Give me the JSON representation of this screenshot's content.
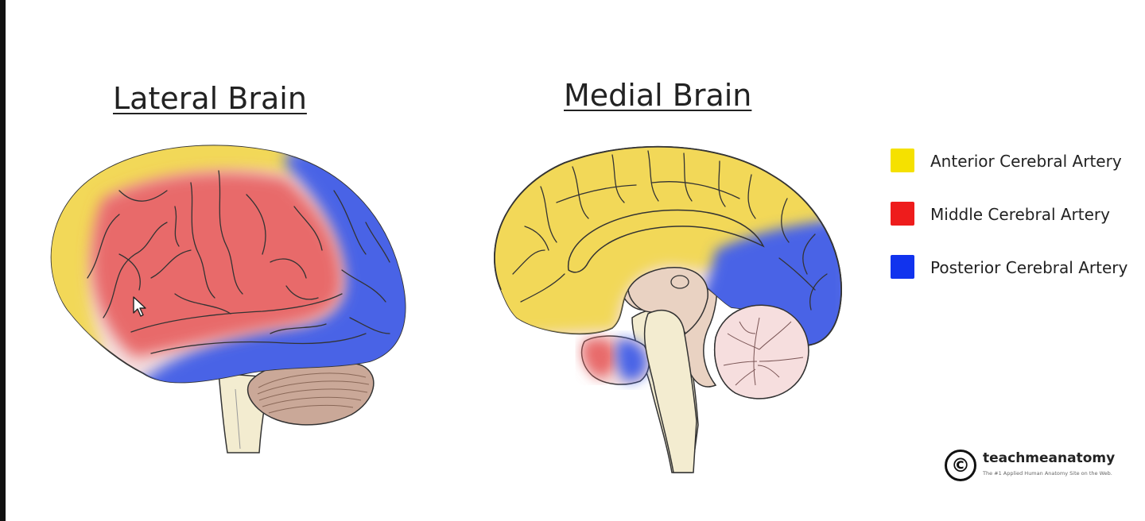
{
  "diagram": {
    "panels": [
      {
        "id": "lateral",
        "title": "Lateral Brain"
      },
      {
        "id": "medial",
        "title": "Medial Brain"
      }
    ],
    "legend": [
      {
        "label": "Anterior Cerebral Artery",
        "color": "#f5e100"
      },
      {
        "label": "Middle Cerebral Artery",
        "color": "#ee1c1c"
      },
      {
        "label": "Posterior Cerebral Artery",
        "color": "#1133ee"
      }
    ],
    "region_colors": {
      "anterior": "#f2d858",
      "middle": "#e86a6a",
      "posterior": "#4a64e6",
      "brainstem": "#f3ecd0",
      "diencephalon": "#e9d2c2",
      "cerebellum": "#caa898",
      "cerebellum_medial": "#f6dede",
      "outline": "#333333"
    }
  },
  "logo": {
    "icon": "copyright-icon",
    "symbol": "©",
    "name": "teachmeanatomy",
    "tagline": "The #1 Applied Human Anatomy Site on the Web."
  },
  "cursor_icon": "mouse-pointer-icon"
}
